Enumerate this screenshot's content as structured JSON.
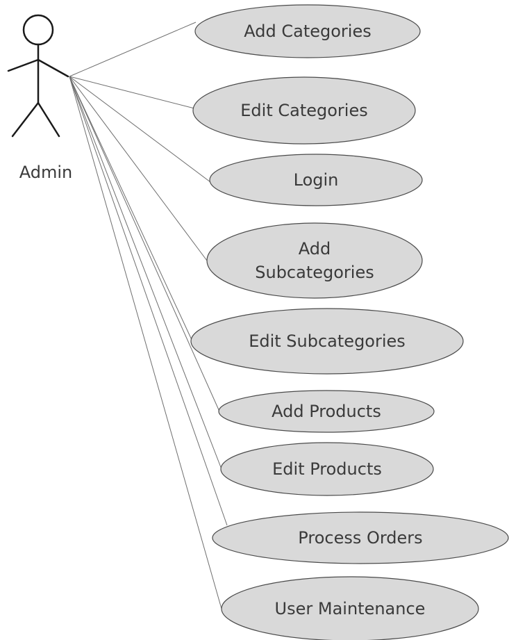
{
  "actor": {
    "name": "Admin"
  },
  "use_cases": [
    {
      "id": "add-categories",
      "lines": [
        "Add Categories"
      ]
    },
    {
      "id": "edit-categories",
      "lines": [
        "Edit Categories"
      ]
    },
    {
      "id": "login",
      "lines": [
        "Login"
      ]
    },
    {
      "id": "add-subcategories",
      "lines": [
        "Add",
        "Subcategories"
      ]
    },
    {
      "id": "edit-subcategories",
      "lines": [
        "Edit Subcategories"
      ]
    },
    {
      "id": "add-products",
      "lines": [
        "Add Products"
      ]
    },
    {
      "id": "edit-products",
      "lines": [
        "Edit Products"
      ]
    },
    {
      "id": "process-orders",
      "lines": [
        "Process Orders"
      ]
    },
    {
      "id": "user-maintenance",
      "lines": [
        "User Maintenance"
      ]
    }
  ],
  "colors": {
    "usecase_fill": "#d9d9d9",
    "usecase_stroke": "#4a4a4a",
    "text": "#3a3a3a",
    "association": "#6e6e6e",
    "actor": "#1a1a1a"
  }
}
